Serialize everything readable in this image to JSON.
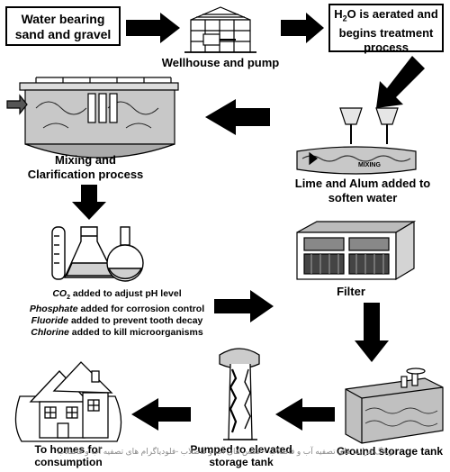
{
  "steps": {
    "source": "Water bearing sand and gravel",
    "wellhouse": "Wellhouse and pump",
    "aeration_prefix": "H",
    "aeration_sub": "2",
    "aeration_suffix": "O is aerated and begins treatment process",
    "lime_alum": "Lime and Alum added to soften water",
    "mixing_tank_text": "MIXING",
    "clarification": "Mixing and Clarification process",
    "filter": "Filter",
    "ground_storage": "Ground storage tank",
    "elevated_storage": "Pumped to elevated storage tank",
    "homes": "To homes for consumption"
  },
  "chemicals": {
    "co2_a": "CO",
    "co2_sub": "2",
    "co2_b": " added to adjust pH level",
    "phosphate_a": "Phosphate",
    "phosphate_b": " added for corrosion control",
    "fluoride_a": "Fluoride",
    "fluoride_b": " added to prevent tooth decay",
    "chlorine_a": "Chlorine",
    "chlorine_b": " added to kill microorganisms"
  },
  "watermark": "وبلاگ فرایند های تصفیه آب و فاضلاب - عکس های آب و فاضلاب -فلودیاگرام های تصفیه آب و فاضلاب",
  "colors": {
    "ink": "#000000",
    "paper": "#ffffff",
    "watermark": "#8a8a8a"
  }
}
